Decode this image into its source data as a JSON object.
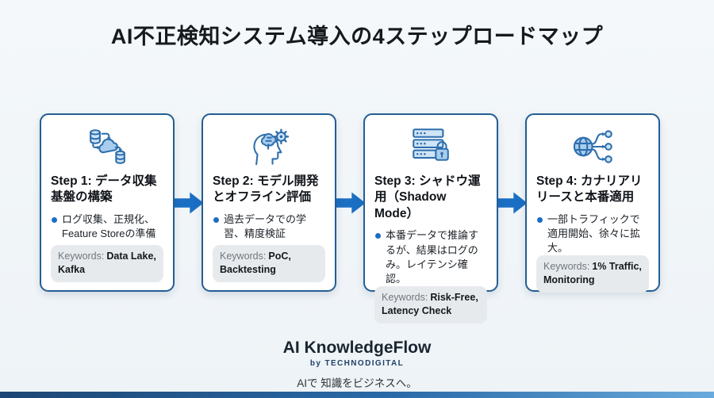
{
  "title": "AI不正検知システム導入の4ステップロードマップ",
  "steps": [
    {
      "icon": "data-collection-icon",
      "title": "Step 1: データ収集基盤の構築",
      "bullet": "ログ収集、正規化、Feature Storeの準備",
      "keywords_label": "Keywords:",
      "keywords": "Data Lake, Kafka"
    },
    {
      "icon": "model-development-icon",
      "title": "Step 2: モデル開発とオフライン評価",
      "bullet": "過去データでの学習、精度検証",
      "keywords_label": "Keywords:",
      "keywords": "PoC, Backtesting"
    },
    {
      "icon": "shadow-mode-server-lock-icon",
      "title": "Step 3: シャドウ運用（Shadow Mode）",
      "bullet": "本番データで推論するが、結果はログのみ。レイテンシ確認。",
      "keywords_label": "Keywords:",
      "keywords": "Risk-Free, Latency Check"
    },
    {
      "icon": "canary-release-globe-icon",
      "title": "Step 4: カナリアリリースと本番適用",
      "bullet": "一部トラフィックで適用開始、徐々に拡大。",
      "keywords_label": "Keywords:",
      "keywords": "1% Traffic, Monitoring"
    }
  ],
  "footer": {
    "brand": "AI KnowledgeFlow",
    "byline": "by TECHNODIGITAL",
    "tagline": "AIで 知識をビジネスへ。"
  },
  "colors": {
    "background": "#f1f5f8",
    "card_border": "#235e95",
    "arrow_blue": "#1a6fc4",
    "icon_stroke": "#2e6fad",
    "icon_fill_light": "#cfe4f6",
    "icon_fill_mid": "#a9cdee",
    "keyword_box_bg": "#e7eaed",
    "bottom_bar_gradient_left": "#1c4674",
    "bottom_bar_gradient_right": "#69aadd"
  }
}
